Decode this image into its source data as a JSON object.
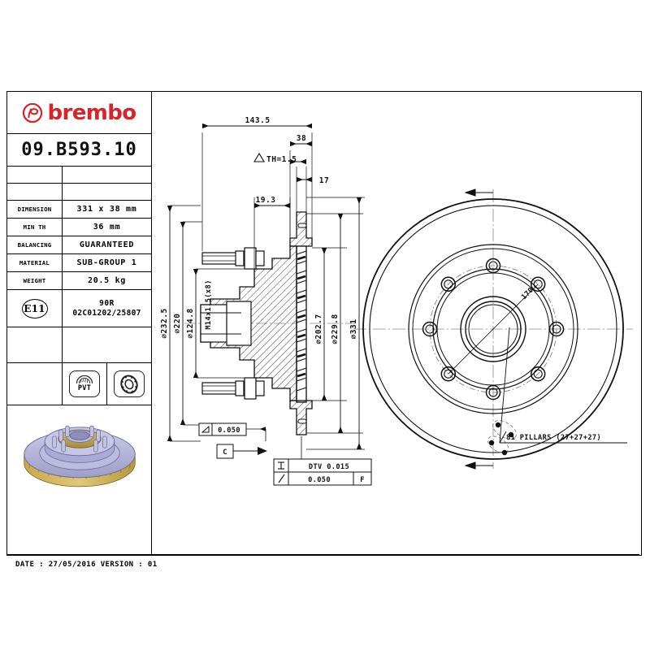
{
  "document": {
    "title": "brembo",
    "part_number": "09.B593.10",
    "date_line": "DATE : 27/05/2016 VERSION : 01"
  },
  "spec_table": {
    "rows": [
      {
        "label": "DIMENSION",
        "value": "331 x 38 mm"
      },
      {
        "label": "MIN TH",
        "value": "36 mm"
      },
      {
        "label": "BALANCING",
        "value": "GUARANTEED"
      },
      {
        "label": "MATERIAL",
        "value": "SUB-GROUP 1"
      },
      {
        "label": "WEIGHT",
        "value": "20.5 kg"
      }
    ],
    "homologation": {
      "mark": "E11",
      "line1": "90R",
      "line2": "02C01202/25807"
    },
    "badges": [
      {
        "name": "pvt-badge",
        "label": "PVT"
      },
      {
        "name": "disc-badge",
        "label": ""
      }
    ]
  },
  "drawing": {
    "linear_dimensions": [
      {
        "name": "overall-length",
        "text": "143.5"
      },
      {
        "name": "disc-thickness",
        "text": "38"
      },
      {
        "name": "thickness-tolerance",
        "text": "TH=1.5"
      },
      {
        "name": "inner-offset",
        "text": "17"
      },
      {
        "name": "hub-offset",
        "text": "19.3"
      }
    ],
    "diameters": [
      {
        "name": "dia-232-5",
        "text": "232.5"
      },
      {
        "name": "dia-220",
        "text": "220"
      },
      {
        "name": "dia-124-8",
        "text": "124.8"
      },
      {
        "name": "dia-202-7",
        "text": "202.7"
      },
      {
        "name": "dia-229-8",
        "text": "229.8"
      },
      {
        "name": "dia-331",
        "text": "331"
      }
    ],
    "thread_note": "M14x1.5(x8)",
    "bolt_circle": "170",
    "pillars_note": "81 PILLARS (27+27+27)",
    "tolerances": [
      {
        "name": "flatness-callout",
        "symbol": "flatness",
        "value": "0.050"
      },
      {
        "name": "datum-c",
        "value": "C"
      },
      {
        "name": "dtv-callout",
        "value": "DTV 0.015"
      },
      {
        "name": "runout-callout",
        "value": "0.050",
        "datum": "F"
      }
    ]
  },
  "colors": {
    "brand_red": "#d8232a",
    "line": "#111111",
    "watermark": "#f0b9b9"
  }
}
